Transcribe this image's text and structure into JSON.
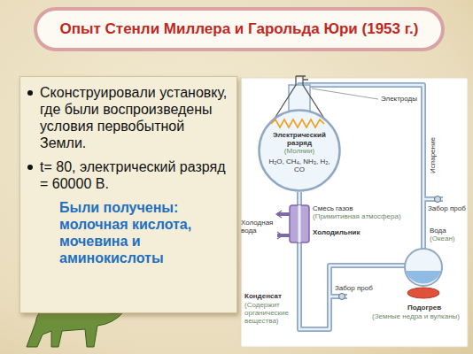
{
  "diagram": {
    "title": "Опыт Стенли Миллера и Гарольда Юри (1953 г.)",
    "nodes": [
      {
        "text": [
          "Сконструировали установку, где были воспроизведены условия первобытной Земли.",
          "t= 80, электрический разряд = 60000 В.",
          "Были получены: молочная кислота, мочевина и аминокислоты"
        ]
      },
      {
        "text": [
          "Электрический разряд",
          "(Молнии)",
          "H₂O, CH₄, NH₃, H₂, CO"
        ]
      }
    ],
    "labels": [
      "Электроды",
      "Смесь газов",
      "(Примитивная атмосфера)",
      "Холодная вода",
      "Холодильник",
      "Испарение",
      "Забор проб",
      "Вода",
      "(Океан)",
      "Забор проб",
      "Подогрев",
      "(Земные недра и вулканы)",
      "Конденсат",
      "(Содержит органические вещества)"
    ]
  }
}
